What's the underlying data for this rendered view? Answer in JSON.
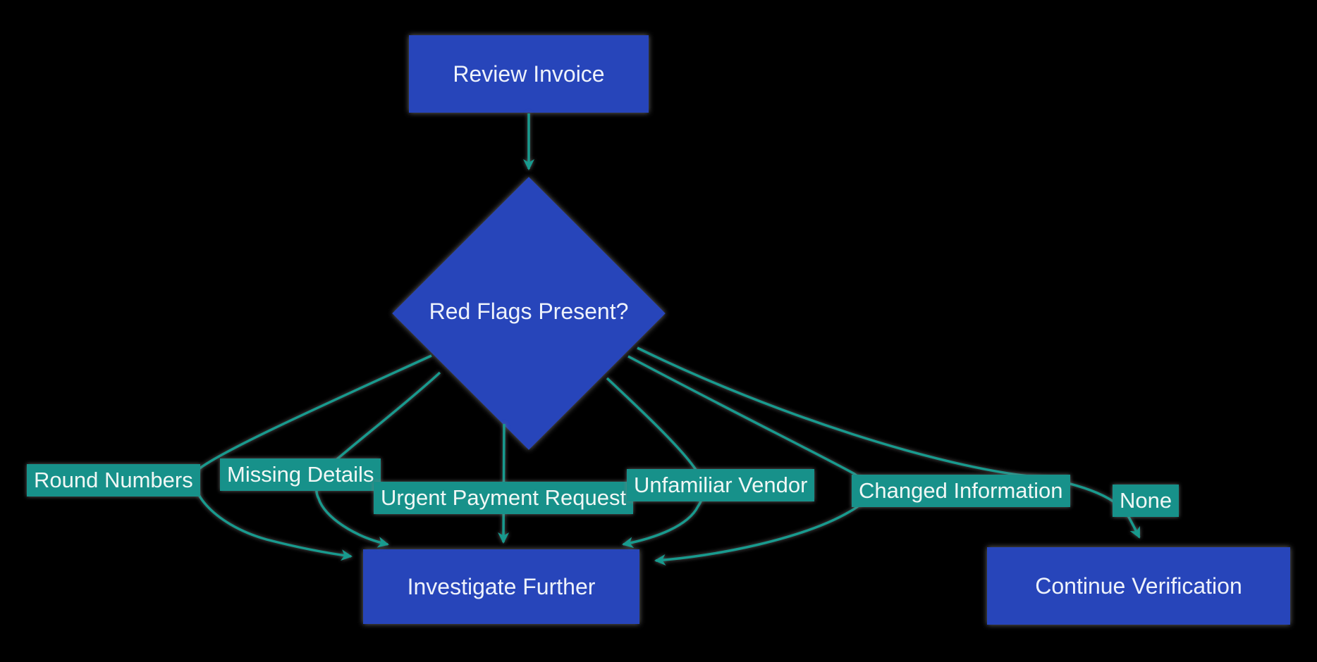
{
  "diagram": {
    "type": "flowchart",
    "direction": "top-down",
    "nodes": {
      "review": {
        "label": "Review Invoice",
        "shape": "rectangle"
      },
      "decision": {
        "label": "Red Flags Present?",
        "shape": "diamond"
      },
      "investigate": {
        "label": "Investigate Further",
        "shape": "rectangle"
      },
      "continue_verification": {
        "label": "Continue Verification",
        "shape": "rectangle"
      }
    },
    "edges": [
      {
        "from": "review",
        "to": "decision",
        "label": ""
      },
      {
        "from": "decision",
        "to": "investigate",
        "label": "Round Numbers"
      },
      {
        "from": "decision",
        "to": "investigate",
        "label": "Missing Details"
      },
      {
        "from": "decision",
        "to": "investigate",
        "label": "Urgent Payment Request"
      },
      {
        "from": "decision",
        "to": "investigate",
        "label": "Unfamiliar Vendor"
      },
      {
        "from": "decision",
        "to": "investigate",
        "label": "Changed Information"
      },
      {
        "from": "decision",
        "to": "continue_verification",
        "label": "None"
      }
    ],
    "colors": {
      "background": "#000000",
      "node_fill": "#2745ba",
      "node_text": "#eef2fb",
      "edge_stroke": "#189a8e",
      "label_bg": "#17918a",
      "label_text": "#f0f7f5",
      "halo": "#7a7a7a"
    }
  }
}
